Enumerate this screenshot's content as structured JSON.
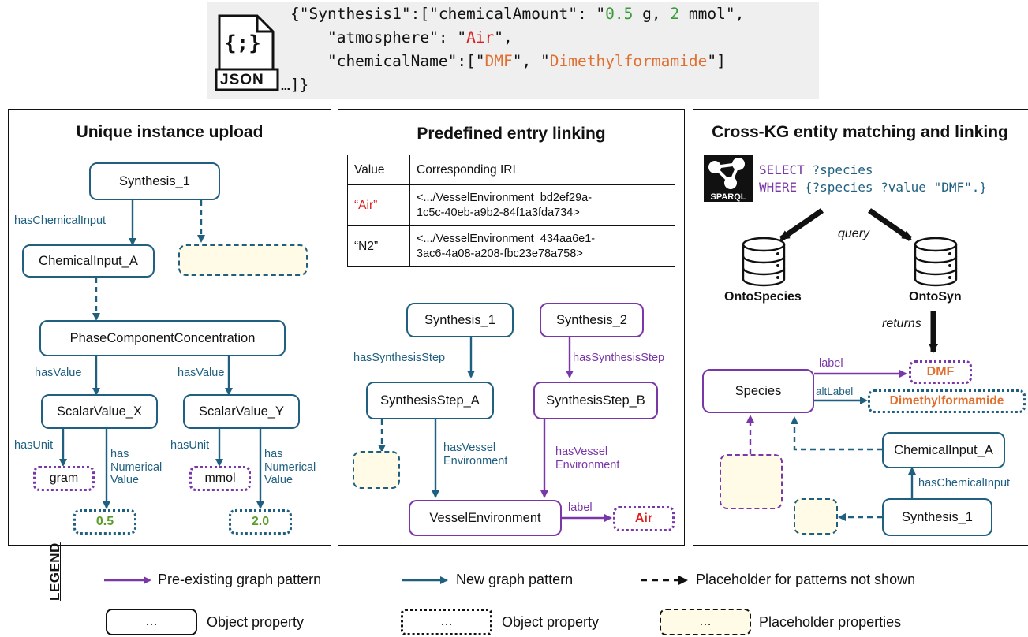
{
  "json_snippet": {
    "icon_label": "JSON",
    "icon_braces": "{;}",
    "line1_prefix": "{\"Synthesis1\":[\"chemicalAmount\": \"",
    "line1_num1": "0.5",
    "line1_mid": " g, ",
    "line1_num2": "2",
    "line1_suffix": " mmol\",",
    "line2_prefix": "    \"atmosphere\": \"",
    "line2_value": "Air",
    "line2_suffix": "\",",
    "line3_prefix": "    \"chemicalName\":[\"",
    "line3_value1": "DMF",
    "line3_mid": "\", \"",
    "line3_value2": "Dimethylformamide",
    "line3_suffix": "\"]",
    "line4": "…]}"
  },
  "panel1": {
    "title": "Unique instance upload",
    "nodes": {
      "synthesis": "Synthesis_1",
      "chemical_input": "ChemicalInput_A",
      "phase": "PhaseComponentConcentration",
      "scalar_x": "ScalarValue_X",
      "scalar_y": "ScalarValue_Y",
      "unit_x": "gram",
      "unit_y": "mmol",
      "num_x": "0.5",
      "num_y": "2.0"
    },
    "edges": {
      "has_chemical_input": "hasChemicalInput",
      "has_value_x": "hasValue",
      "has_value_y": "hasValue",
      "has_unit_x": "hasUnit",
      "has_unit_y": "hasUnit",
      "has_numerical_x": [
        "has",
        "Numerical",
        "Value"
      ],
      "has_numerical_y": [
        "has",
        "Numerical",
        "Value"
      ]
    }
  },
  "panel2": {
    "title": "Predefined entry linking",
    "table": {
      "headers": [
        "Value",
        "Corresponding IRI"
      ],
      "rows": [
        {
          "value": "“Air”",
          "iri": [
            "<.../VesselEnvironment_bd2ef29a-",
            "1c5c-40eb-a9b2-84f1a3fda734>"
          ]
        },
        {
          "value": "“N2”",
          "iri": [
            "<.../VesselEnvironment_434aa6e1-",
            "3ac6-4a08-a208-fbc23e78a758>"
          ]
        }
      ]
    },
    "nodes": {
      "synthesis1": "Synthesis_1",
      "synthesis2": "Synthesis_2",
      "step_a": "SynthesisStep_A",
      "step_b": "SynthesisStep_B",
      "vessel": "VesselEnvironment",
      "air": "Air"
    },
    "edges": {
      "has_step_a": "hasSynthesisStep",
      "has_step_b": "hasSynthesisStep",
      "has_vessel_a": [
        "hasVessel",
        "Environment"
      ],
      "has_vessel_b": [
        "hasVessel",
        "Environment"
      ],
      "label": "label"
    }
  },
  "panel3": {
    "title": "Cross-KG entity matching and linking",
    "sparql_label": "SPARQL",
    "query_line1_kw": "SELECT",
    "query_line1_var": " ?species",
    "query_line2_kw": "WHERE",
    "query_line2_rest": " {?species ?value ",
    "query_line2_str": "\"DMF\"",
    "query_line2_end": ".}",
    "query_label": "query",
    "returns_label": "returns",
    "db_left": "OntoSpecies",
    "db_right": "OntoSyn",
    "nodes": {
      "species": "Species",
      "dmf": "DMF",
      "dimethylformamide": "Dimethylformamide",
      "chemical_input": "ChemicalInput_A",
      "synthesis": "Synthesis_1"
    },
    "edges": {
      "label": "label",
      "alt_label": "altLabel",
      "has_chemical_input": "hasChemicalInput"
    }
  },
  "legend": {
    "title": "LEGEND",
    "pre_existing": "Pre-existing graph pattern",
    "new_pattern": "New graph pattern",
    "placeholder_patterns": "Placeholder for patterns not shown",
    "ellipsis": "…",
    "object_property_solid": "Object property",
    "object_property_dotted": "Object property",
    "placeholder_properties": "Placeholder properties"
  },
  "colors": {
    "teal": "#1f5f80",
    "purple": "#7a37a8",
    "red": "#e01b1b",
    "orange": "#e07030",
    "green": "#5a9e2a",
    "placeholder_fill": "#fffbe6"
  }
}
